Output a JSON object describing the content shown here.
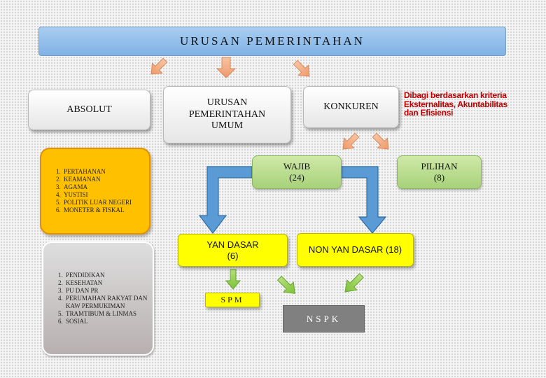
{
  "title": "URUSAN PEMERINTAHAN",
  "absolut_label": "ABSOLUT",
  "umum_label_line1": "URUSAN",
  "umum_label_line2": "PEMERINTAHAN",
  "umum_label_line3": "UMUM",
  "konkuren_label": "KONKUREN",
  "note_lines": [
    "Dibagi berdasarkan kriteria",
    "Eksternalitas, Akuntabilitas",
    "dan Efisiensi"
  ],
  "absolut_items": [
    "PERTAHANAN",
    "KEAMANAN",
    "AGAMA",
    "YUSTISI",
    "POLITIK LUAR NEGERI",
    "MONETER & FISKAL"
  ],
  "wajib_line1": "WAJIB",
  "wajib_line2": "(24)",
  "pilihan_line1": "PILIHAN",
  "pilihan_line2": "(8)",
  "yandasar_line1": "YAN DASAR",
  "yandasar_line2": "(6)",
  "nonyan_label": "NON YAN DASAR (18)",
  "yandasar_items": [
    "PENDIDIKAN",
    "KESEHATAN",
    "PU DAN PR",
    "PERUMAHAN RAKYAT DAN KAW PERMUKIMAN",
    "TRAMTIBUM & LINMAS",
    "SOSIAL"
  ],
  "spm_label": "SPM",
  "nspk_label": "NSPK",
  "colors": {
    "title_fill": "#8fbdea",
    "orange_fill": "#ffc000",
    "yellow_fill": "#ffff00",
    "green_fill": "#b7dc8c",
    "blue_arrow": "#5b9bd5",
    "salmon_arrow": "#f4b183",
    "green_arrow": "#92d050",
    "nspk_fill": "#808080"
  }
}
